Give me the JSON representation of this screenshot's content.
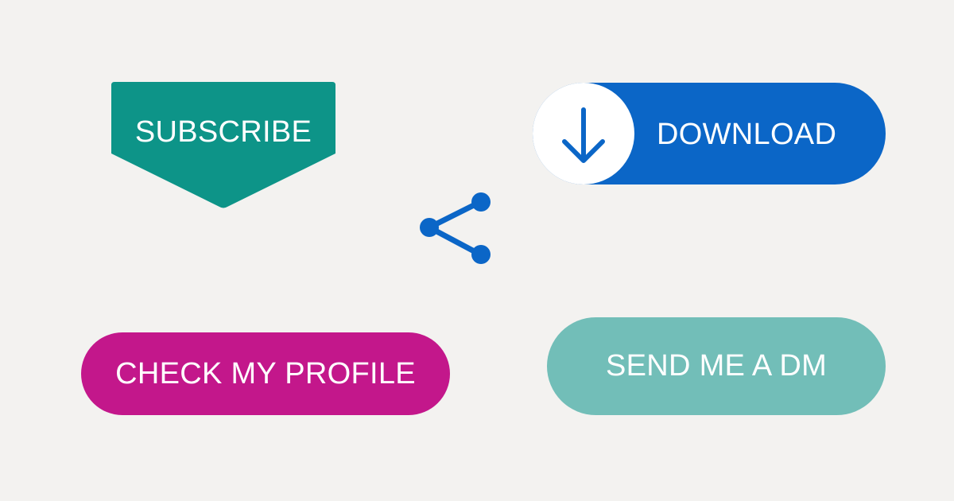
{
  "background": "#f3f2f0",
  "buttons": {
    "subscribe": {
      "label": "SUBSCRIBE",
      "color": "#0d9488",
      "icon": "none"
    },
    "download": {
      "label": "DOWNLOAD",
      "color": "#0b66c7",
      "icon": "arrow-down-icon"
    },
    "share": {
      "icon": "share-icon",
      "color": "#0b66c7"
    },
    "profile": {
      "label": "CHECK MY PROFILE",
      "color": "#c3178b"
    },
    "dm": {
      "label": "SEND ME A DM",
      "color": "#72beb8"
    }
  }
}
